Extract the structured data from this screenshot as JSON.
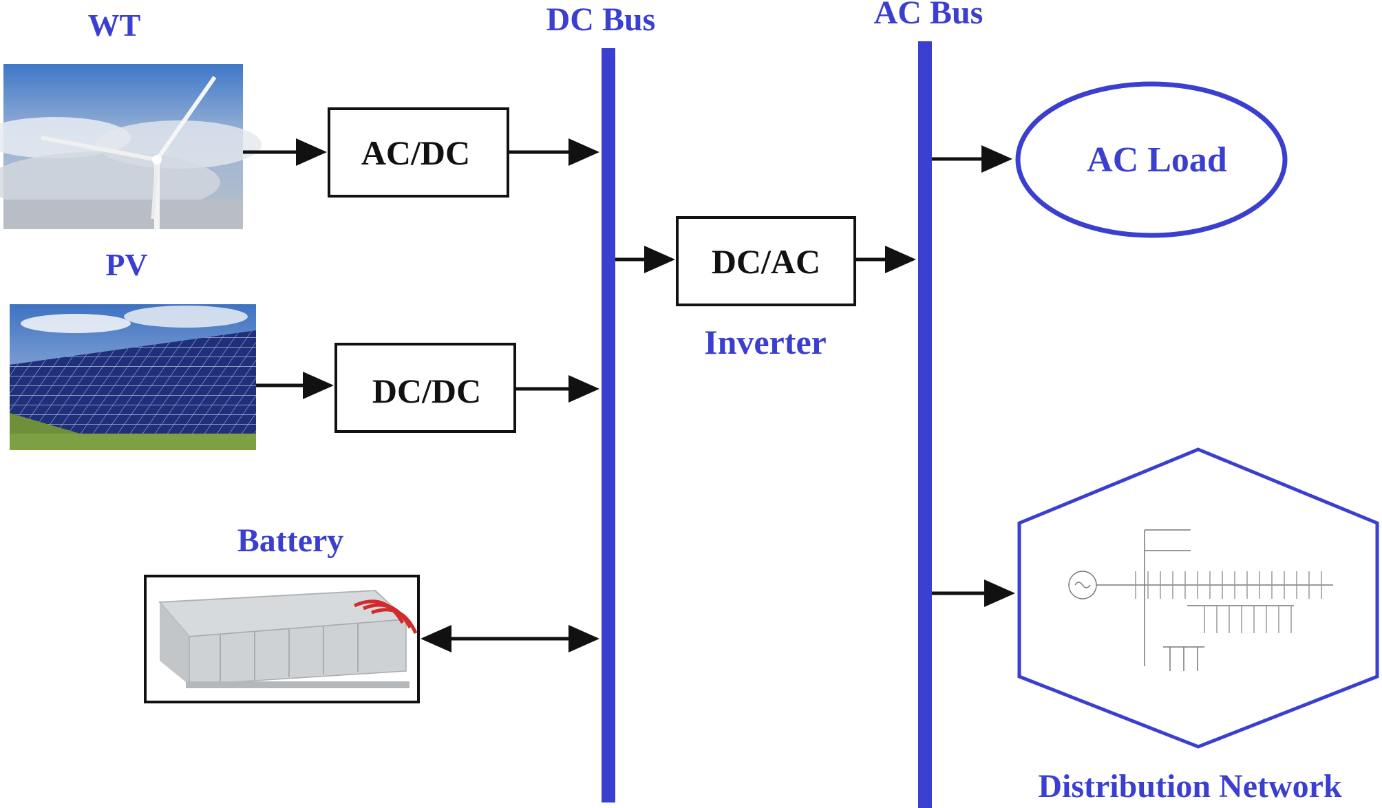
{
  "labels": {
    "wt": "WT",
    "pv": "PV",
    "battery": "Battery",
    "dc_bus": "DC Bus",
    "ac_bus": "AC Bus",
    "ac_dc": "AC/DC",
    "dc_dc": "DC/DC",
    "dc_ac": "DC/AC",
    "inverter": "Inverter",
    "ac_load": "AC Load",
    "distribution_network": "Distribution Network"
  },
  "colors": {
    "bus": "#3b3fd0",
    "label": "#3b3fd0",
    "box_border": "#111111",
    "arrow": "#111111"
  },
  "images": {
    "wt": "wind-turbine-photo",
    "pv": "solar-panel-photo",
    "battery": "battery-bank-photo",
    "network": "network-single-line-diagram"
  }
}
